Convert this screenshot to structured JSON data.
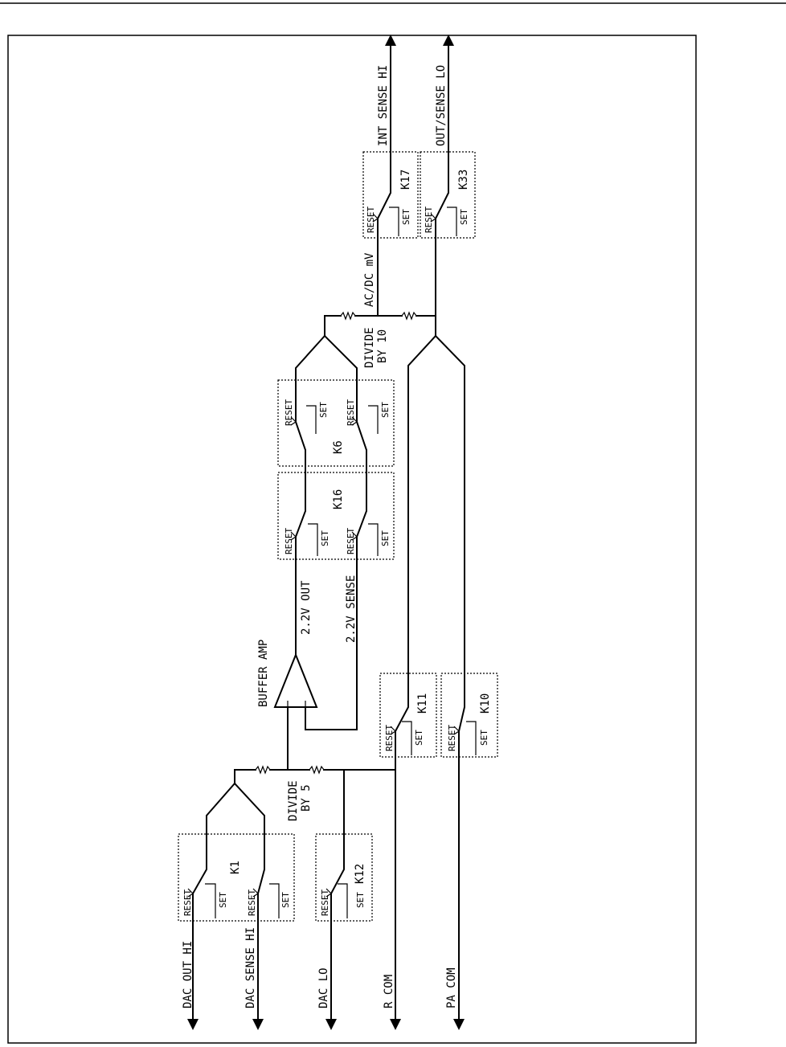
{
  "signals": {
    "dac_out_hi": "DAC OUT HI",
    "dac_sense_hi": "DAC SENSE HI",
    "dac_lo": "DAC LO",
    "r_com": "R COM",
    "pa_com": "PA COM",
    "int_sense_hi": "INT SENSE HI",
    "out_sense_lo": "OUT/SENSE LO",
    "acdc_mv": "AC/DC mV",
    "out_2v2": "2.2V OUT",
    "sense_2v2": "2.2V SENSE"
  },
  "dividers": {
    "by5_line1": "DIVIDE",
    "by5_line2": "BY 5",
    "by10_line1": "DIVIDE",
    "by10_line2": "BY 10"
  },
  "amp": {
    "label": "BUFFER AMP"
  },
  "relays": {
    "k1": "K1",
    "k6": "K6",
    "k10": "K10",
    "k11": "K11",
    "k12": "K12",
    "k16": "K16",
    "k17": "K17",
    "k33": "K33"
  },
  "contacts": {
    "reset": "RESET",
    "set": "SET"
  }
}
